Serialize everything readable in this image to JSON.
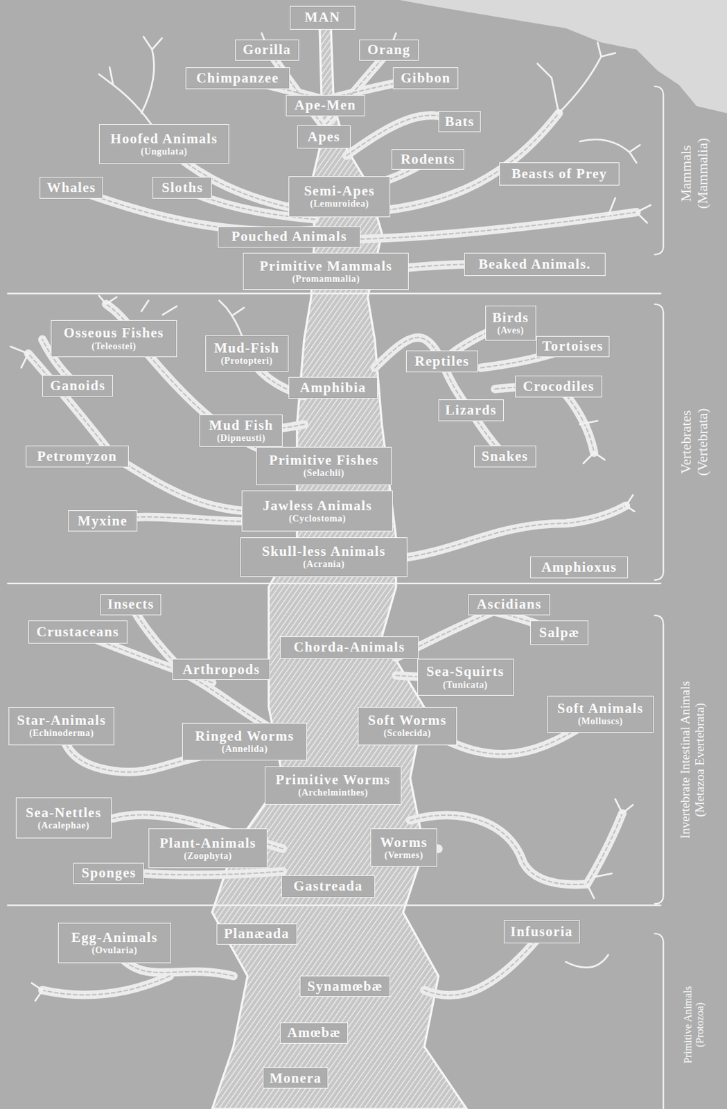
{
  "diagram": {
    "nodes": [
      {
        "text": [
          "MAN"
        ]
      },
      {
        "text": [
          "Gorilla"
        ]
      },
      {
        "text": [
          "Orang"
        ]
      },
      {
        "text": [
          "Chimpanzee"
        ]
      },
      {
        "text": [
          "Gibbon"
        ]
      },
      {
        "text": [
          "Ape-Men"
        ]
      },
      {
        "text": [
          "Bats"
        ]
      },
      {
        "text": [
          "Apes"
        ]
      },
      {
        "text": [
          "Hoofed Animals",
          "(Ungulata)"
        ]
      },
      {
        "text": [
          "Rodents"
        ]
      },
      {
        "text": [
          "Beasts of Prey"
        ]
      },
      {
        "text": [
          "Whales"
        ]
      },
      {
        "text": [
          "Sloths"
        ]
      },
      {
        "text": [
          "Semi-Apes",
          "(Lemuroidea)"
        ]
      },
      {
        "text": [
          "Pouched Animals"
        ]
      },
      {
        "text": [
          "Primitive Mammals",
          "(Promammalia)"
        ]
      },
      {
        "text": [
          "Beaked Animals."
        ]
      },
      {
        "text": [
          "Birds",
          "(Aves)"
        ]
      },
      {
        "text": [
          "Osseous Fishes",
          "(Teleostei)"
        ]
      },
      {
        "text": [
          "Mud-Fish",
          "(Protopteri)"
        ]
      },
      {
        "text": [
          "Tortoises"
        ]
      },
      {
        "text": [
          "Reptiles"
        ]
      },
      {
        "text": [
          "Ganoids"
        ]
      },
      {
        "text": [
          "Amphibia"
        ]
      },
      {
        "text": [
          "Crocodiles"
        ]
      },
      {
        "text": [
          "Lizards"
        ]
      },
      {
        "text": [
          "Mud Fish",
          "(Dipneusti)"
        ]
      },
      {
        "text": [
          "Petromyzon"
        ]
      },
      {
        "text": [
          "Primitive Fishes",
          "(Selachii)"
        ]
      },
      {
        "text": [
          "Snakes"
        ]
      },
      {
        "text": [
          "Jawless Animals",
          "(Cyclostoma)"
        ]
      },
      {
        "text": [
          "Myxine"
        ]
      },
      {
        "text": [
          "Skull-less Animals",
          "(Acrania)"
        ]
      },
      {
        "text": [
          "Amphioxus"
        ]
      },
      {
        "text": [
          "Insects"
        ]
      },
      {
        "text": [
          "Ascidians"
        ]
      },
      {
        "text": [
          "Crustaceans"
        ]
      },
      {
        "text": [
          "Salpæ"
        ]
      },
      {
        "text": [
          "Chorda-Animals"
        ]
      },
      {
        "text": [
          "Arthropods"
        ]
      },
      {
        "text": [
          "Sea-Squirts",
          "(Tunicata)"
        ]
      },
      {
        "text": [
          "Soft Animals",
          "(Molluscs)"
        ]
      },
      {
        "text": [
          "Star-Animals",
          "(Echinoderma)"
        ]
      },
      {
        "text": [
          "Soft Worms",
          "(Scolecida)"
        ]
      },
      {
        "text": [
          "Ringed Worms",
          "(Annelida)"
        ]
      },
      {
        "text": [
          "Primitive Worms",
          "(Archelminthes)"
        ]
      },
      {
        "text": [
          "Sea-Nettles",
          "(Acalephae)"
        ]
      },
      {
        "text": [
          "Plant-Animals",
          "(Zoophyta)"
        ]
      },
      {
        "text": [
          "Worms",
          "(Vermes)"
        ]
      },
      {
        "text": [
          "Sponges"
        ]
      },
      {
        "text": [
          "Gastreada"
        ]
      },
      {
        "text": [
          "Egg-Animals",
          "(Ovularia)"
        ]
      },
      {
        "text": [
          "Infusoria"
        ]
      },
      {
        "text": [
          "Planæada"
        ]
      },
      {
        "text": [
          "Synamœbæ"
        ]
      },
      {
        "text": [
          "Amœbæ"
        ]
      },
      {
        "text": [
          "Monera"
        ]
      }
    ],
    "labels": [
      "Mammals (Mammalia)",
      "Vertebrates (Vertebrata)",
      "Invertebrate Intestinal Animals (Metazoa Evertebrata)",
      "Primitive Animals (Protozoa)"
    ]
  }
}
